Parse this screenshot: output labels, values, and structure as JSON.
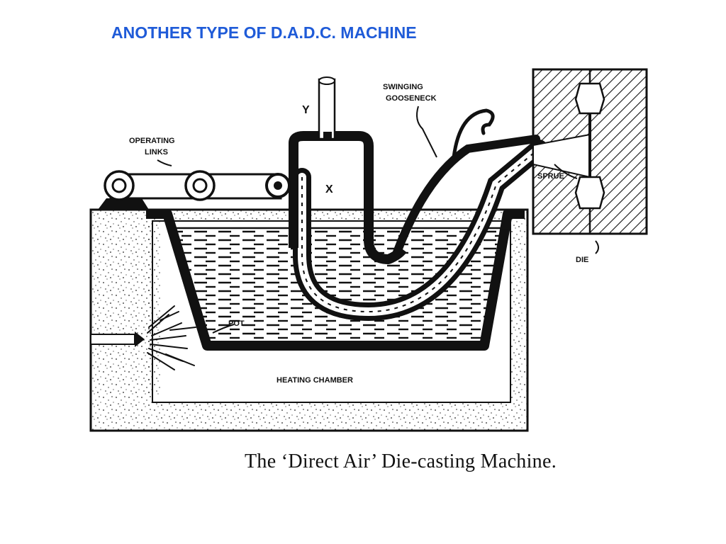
{
  "slide": {
    "title": "ANOTHER TYPE OF D.A.D.C. MACHINE",
    "caption": "The ‘Direct Air’ Die-casting Machine."
  },
  "diagram": {
    "labels": {
      "y": "Y",
      "x": "X",
      "operating_links_1": "OPERATING",
      "operating_links_2": "LINKS",
      "swinging_gooseneck_1": "SWINGING",
      "swinging_gooseneck_2": "GOOSENECK",
      "sprue": "SPRUE",
      "die": "DIE",
      "pot": "POT",
      "heating_chamber": "HEATING CHAMBER"
    },
    "colors": {
      "title": "#1f5bd8",
      "ink": "#111111"
    }
  }
}
